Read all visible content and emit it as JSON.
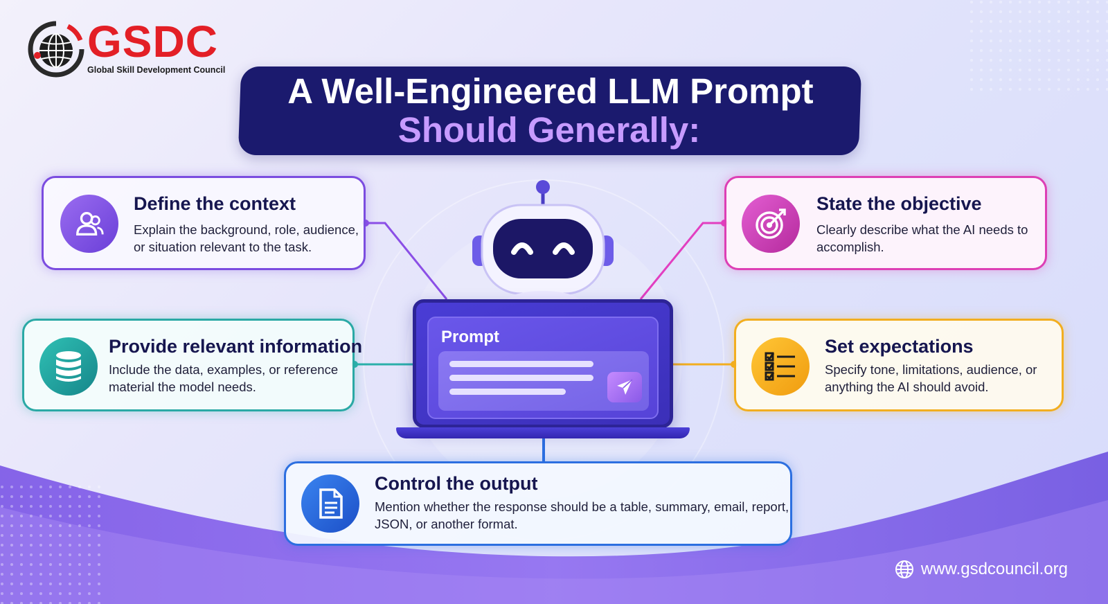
{
  "logo": {
    "brand": "GSDC",
    "subtitle": "Global Skill Development Council"
  },
  "title": {
    "line1": "A  Well-Engineered LLM Prompt",
    "line2": "Should Generally:"
  },
  "cards": {
    "context": {
      "heading": "Define the context",
      "text": "Explain the background, role, audience, or situation relevant to the task.",
      "icon": "users-icon",
      "color": "#7b4ce0"
    },
    "objective": {
      "heading": "State the objective",
      "text": "Clearly describe what the AI needs to accomplish.",
      "icon": "target-icon",
      "color": "#dd3fb5"
    },
    "info": {
      "heading": "Provide relevant information",
      "text": "Include the data, examples, or reference material the model needs.",
      "icon": "database-icon",
      "color": "#2aa9a5"
    },
    "expectations": {
      "heading": "Set expectations",
      "text": "Specify tone, limitations, audience, or anything the AI should avoid.",
      "icon": "checklist-icon",
      "color": "#f2ae1f"
    },
    "output": {
      "heading": "Control the output",
      "text": "Mention whether the response should be a table, summary, email, report, JSON, or another format.",
      "icon": "document-icon",
      "color": "#2c6fe0"
    }
  },
  "laptop": {
    "prompt_label": "Prompt",
    "send_icon": "send-icon"
  },
  "footer": {
    "url": "www.gsdcouncil.org",
    "icon": "globe-icon"
  }
}
